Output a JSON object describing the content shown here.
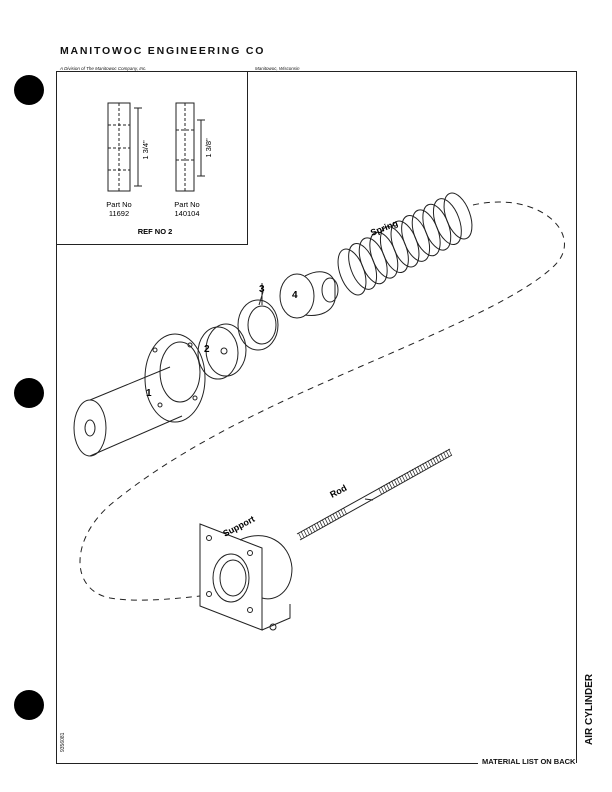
{
  "header": {
    "company": "MANITOWOC ENGINEERING CO",
    "sub_left": "A Division of The Manitowoc Company, Inc.",
    "sub_right": "Manitowoc, Wisconsin"
  },
  "inset": {
    "part_label_1": "Part No",
    "part_number_1": "11692",
    "dimension_1": "1 3/4\"",
    "part_label_2": "Part No",
    "part_number_2": "140104",
    "dimension_2": "1 3/8\"",
    "ref": "REF  NO  2"
  },
  "drawing": {
    "spring_label": "Spring",
    "rod_label": "Rod",
    "support_label": "Support",
    "callout_1": "1",
    "callout_2": "2",
    "callout_3": "3",
    "callout_4": "4"
  },
  "footer": {
    "material_note": "MATERIAL LIST ON BACK",
    "doc_code": "9356081"
  },
  "side_title": "AIR CYLINDER"
}
